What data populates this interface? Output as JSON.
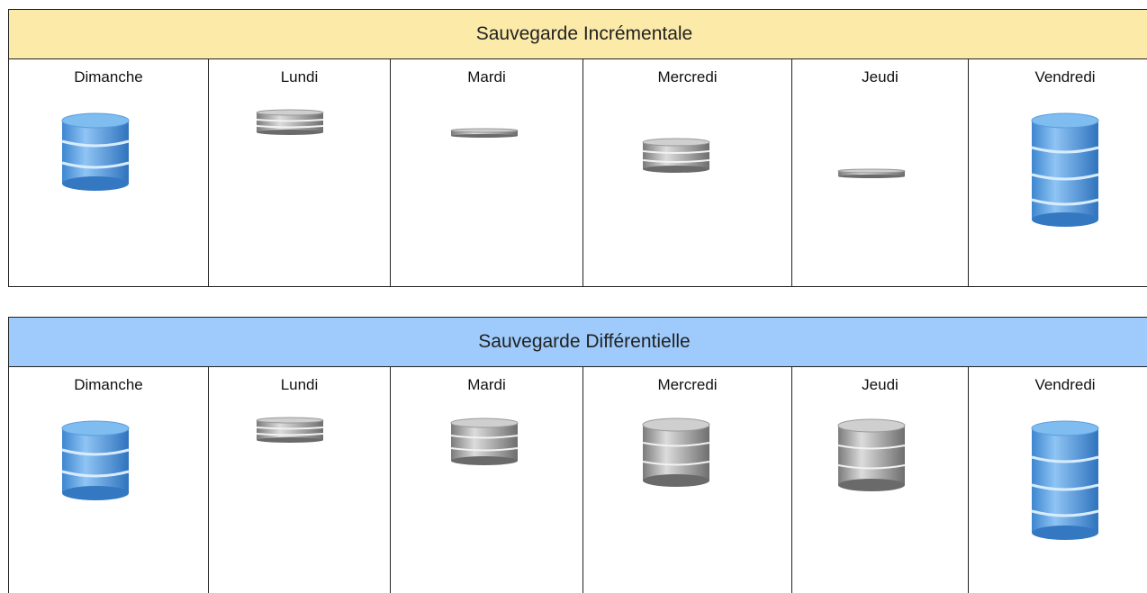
{
  "incremental": {
    "title": "Sauvegarde Incrémentale",
    "days": [
      {
        "label": "Dimanche",
        "backup": "full",
        "layers": 3
      },
      {
        "label": "Lundi",
        "backup": "partial",
        "layers": 3
      },
      {
        "label": "Mardi",
        "backup": "partial",
        "layers": 1
      },
      {
        "label": "Mercredi",
        "backup": "partial",
        "layers": 3
      },
      {
        "label": "Jeudi",
        "backup": "partial",
        "layers": 1
      },
      {
        "label": "Vendredi",
        "backup": "full",
        "layers": 4
      }
    ]
  },
  "differential": {
    "title": "Sauvegarde Différentielle",
    "days": [
      {
        "label": "Dimanche",
        "backup": "full",
        "layers": 3
      },
      {
        "label": "Lundi",
        "backup": "partial",
        "layers": 3
      },
      {
        "label": "Mardi",
        "backup": "partial",
        "layers": 3
      },
      {
        "label": "Mercredi",
        "backup": "partial",
        "layers": 3
      },
      {
        "label": "Jeudi",
        "backup": "partial",
        "layers": 3
      },
      {
        "label": "Vendredi",
        "backup": "full",
        "layers": 4
      }
    ]
  },
  "colors": {
    "incremental_header": "#fbeaa8",
    "differential_header": "#9ecbfb",
    "full_backup_icon": "#4f97dc",
    "partial_backup_icon": "#8e8e8e"
  }
}
